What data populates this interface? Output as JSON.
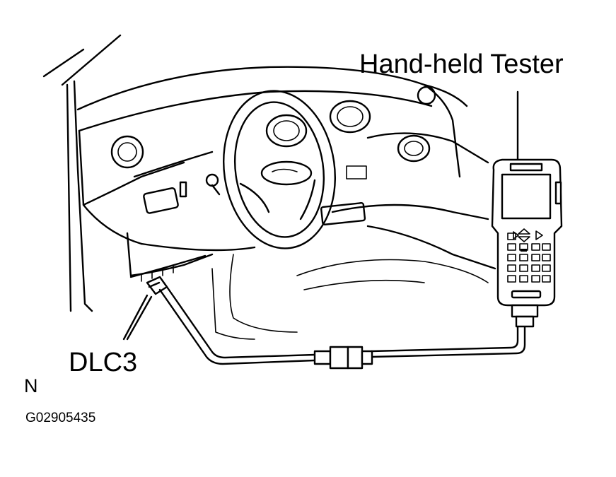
{
  "labels": {
    "tester": "Hand-held  Tester",
    "dlc3": "DLC3",
    "view_code": "N",
    "figure_id": "G02905435"
  },
  "colors": {
    "line": "#000000",
    "background": "#ffffff"
  },
  "parts": [
    "dashboard",
    "steering-wheel",
    "hand-held-tester",
    "tester-cable",
    "cable-connector",
    "dlc3-connector"
  ]
}
